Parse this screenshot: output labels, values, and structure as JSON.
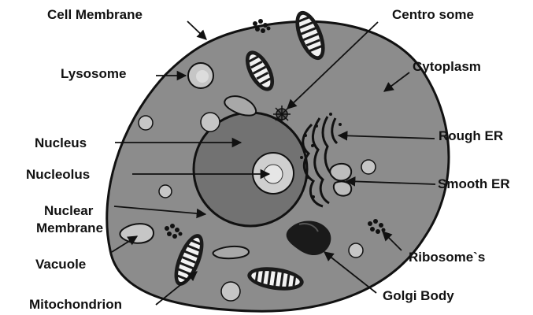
{
  "diagram": {
    "labels": {
      "cell_membrane": "Cell Membrane",
      "centrosome": "Centro some",
      "lysosome": "Lysosome",
      "cytoplasm": "Cytoplasm",
      "nucleus": "Nucleus",
      "rough_er": "Rough ER",
      "nucleolus": "Nucleolus",
      "smooth_er": "Smooth ER",
      "nuclear_membrane_line1": "Nuclear",
      "nuclear_membrane_line2": "Membrane",
      "vacuole": "Vacuole",
      "ribosomes": "Ribosome`s",
      "mitochondrion": "Mitochondrion",
      "golgi_body": "Golgi Body"
    },
    "colors": {
      "cell_fill": "#8c8c8c",
      "nucleus_fill": "#727272",
      "nucleolus_fill": "#cfcfcf",
      "vesicle_fill": "#c6c6c6",
      "organelle_dark": "#1a1a1a",
      "outline": "#111111"
    }
  }
}
